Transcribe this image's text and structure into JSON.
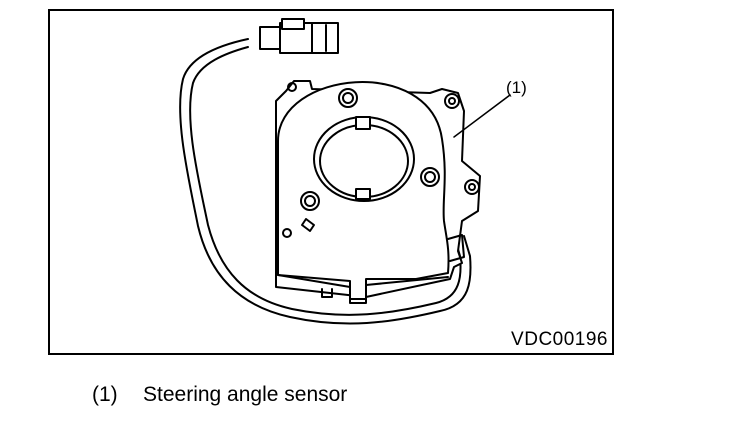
{
  "figure": {
    "callout": "(1)",
    "code": "VDC00196"
  },
  "legend": {
    "number": "(1)",
    "text": "Steering angle sensor"
  }
}
